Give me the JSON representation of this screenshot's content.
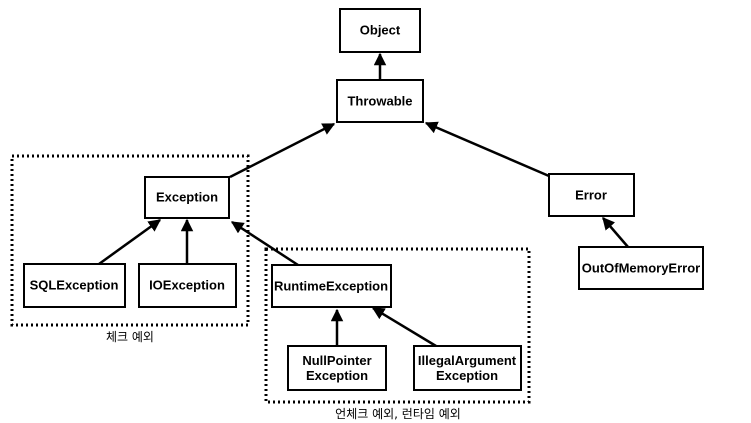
{
  "nodes": {
    "object": {
      "label_lines": [
        "Object"
      ]
    },
    "throwable": {
      "label_lines": [
        "Throwable"
      ]
    },
    "exception": {
      "label_lines": [
        "Exception"
      ]
    },
    "error": {
      "label_lines": [
        "Error"
      ]
    },
    "sqlexception": {
      "label_lines": [
        "SQLException"
      ]
    },
    "ioexception": {
      "label_lines": [
        "IOException"
      ]
    },
    "runtimeexception": {
      "label_lines": [
        "RuntimeException"
      ]
    },
    "outofmemoryerror": {
      "label_lines": [
        "OutOfMemoryError"
      ]
    },
    "nullpointerexception": {
      "label_lines": [
        "NullPointer",
        "Exception"
      ]
    },
    "illegalargumentexception": {
      "label_lines": [
        "IllegalArgument",
        "Exception"
      ]
    }
  },
  "edges": [
    {
      "from": "throwable",
      "to": "object"
    },
    {
      "from": "exception",
      "to": "throwable"
    },
    {
      "from": "error",
      "to": "throwable"
    },
    {
      "from": "sqlexception",
      "to": "exception"
    },
    {
      "from": "ioexception",
      "to": "exception"
    },
    {
      "from": "runtimeexception",
      "to": "exception"
    },
    {
      "from": "outofmemoryerror",
      "to": "error"
    },
    {
      "from": "nullpointerexception",
      "to": "runtimeexception"
    },
    {
      "from": "illegalargumentexception",
      "to": "runtimeexception"
    }
  ],
  "groups": {
    "checked": {
      "label": "체크 예외"
    },
    "unchecked": {
      "label": "언체크 예외, 런타임 예외"
    }
  }
}
